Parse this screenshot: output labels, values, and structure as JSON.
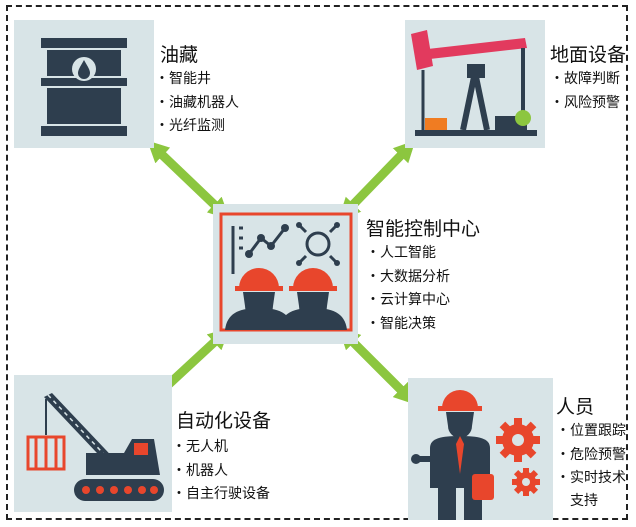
{
  "nodes": {
    "reservoir": {
      "title": "油藏",
      "items": [
        "智能井",
        "油藏机器人",
        "光纤监测"
      ]
    },
    "surface": {
      "title": "地面设备",
      "items": [
        "故障判断",
        "风险预警"
      ]
    },
    "center": {
      "title": "智能控制中心",
      "items": [
        "人工智能",
        "大数据分析",
        "云计算中心",
        "智能决策"
      ]
    },
    "automation": {
      "title": "自动化设备",
      "items": [
        "无人机",
        "机器人",
        "自主行驶设备"
      ]
    },
    "personnel": {
      "title": "人员",
      "items": [
        "位置跟踪",
        "危险预警",
        "实时技术",
        "支持"
      ]
    }
  },
  "colors": {
    "arrow": "#8cc63f",
    "panel_bg": "#d8e4e7",
    "dark": "#2e3e4e",
    "accent": "#e8462c",
    "pink": "#e23a5e"
  },
  "icons": {
    "reservoir": "oil-barrel-icon",
    "surface": "pump-jack-icon",
    "center": "control-center-icon",
    "automation": "crane-icon",
    "personnel": "worker-icon"
  }
}
